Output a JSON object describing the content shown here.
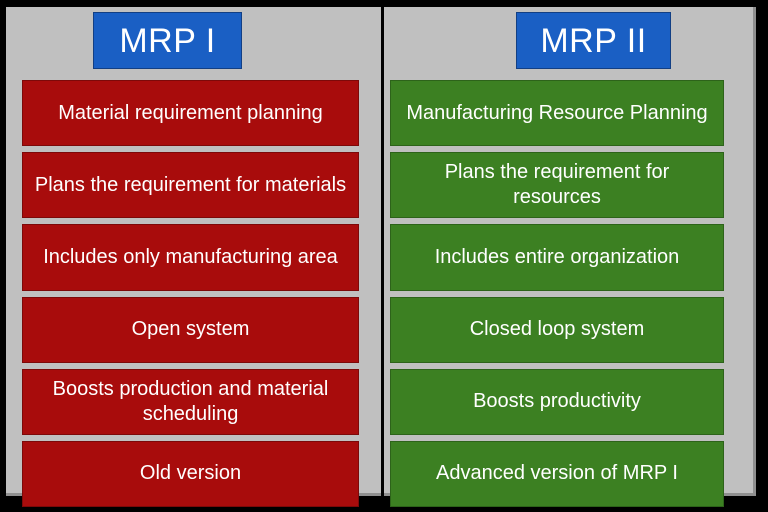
{
  "slide": {
    "background_color": "#c0c0c0",
    "outer_border_color": "#000000",
    "divider_color": "#000000"
  },
  "colors": {
    "header_blue": "#1a5fc4",
    "left_red": "#a80c0c",
    "right_green": "#3c8022",
    "text_white": "#ffffff"
  },
  "columns": [
    {
      "id": "mrp-1",
      "header": "MRP I",
      "accent": "#a80c0c",
      "rows": [
        "Material requirement planning",
        "Plans the requirement for materials",
        "Includes only manufacturing area",
        "Open system",
        "Boosts production and material scheduling",
        "Old version"
      ]
    },
    {
      "id": "mrp-2",
      "header": "MRP II",
      "accent": "#3c8022",
      "rows": [
        "Manufacturing Resource Planning",
        "Plans the requirement for resources",
        "Includes entire organization",
        "Closed loop system",
        "Boosts productivity",
        "Advanced version of MRP I"
      ]
    }
  ]
}
